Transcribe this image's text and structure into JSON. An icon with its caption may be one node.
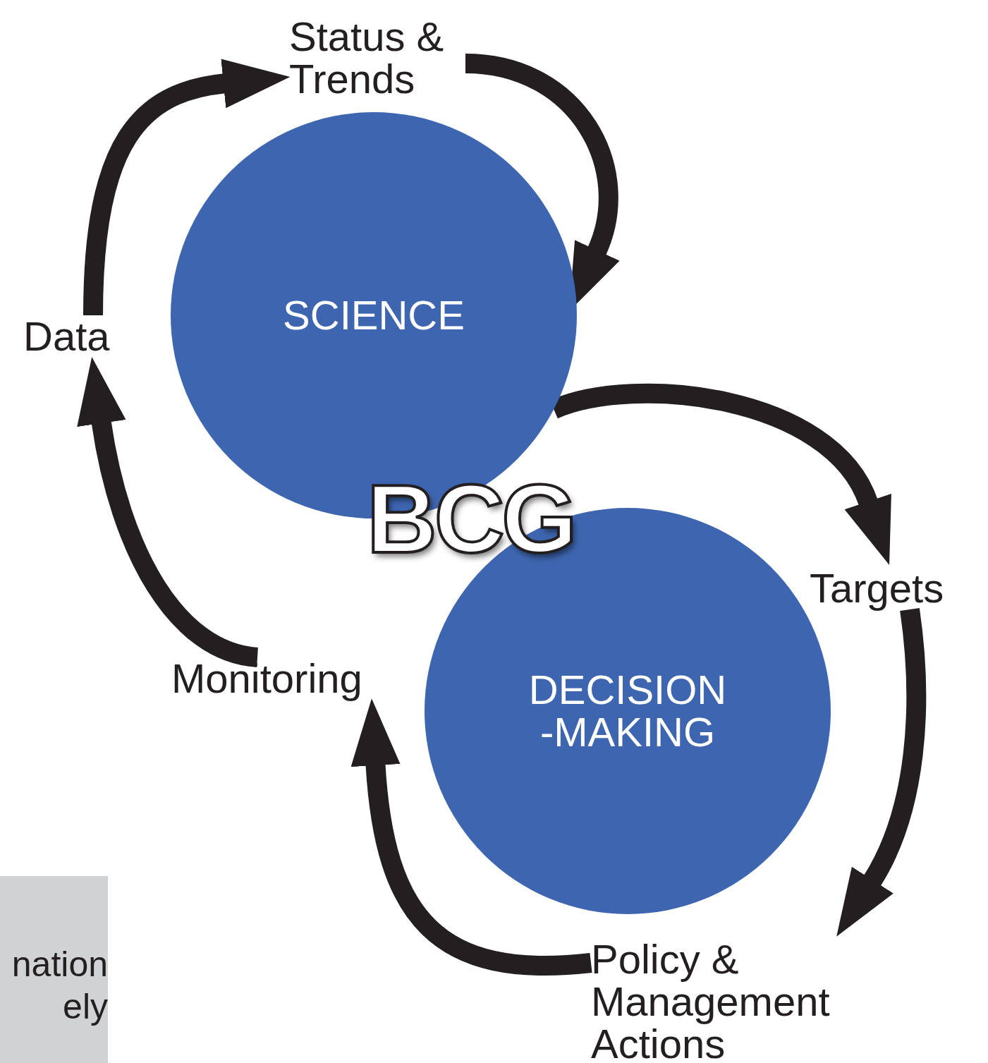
{
  "diagram": {
    "nodes": [
      {
        "text": [
          "SCIENCE"
        ]
      },
      {
        "text": [
          "DECISION -MAKING"
        ]
      },
      {
        "text": [
          "Status & Trends"
        ]
      },
      {
        "text": [
          "Data"
        ]
      },
      {
        "text": [
          "Monitoring"
        ]
      },
      {
        "text": [
          "Targets"
        ]
      },
      {
        "text": [
          "Policy & Management Actions"
        ]
      },
      {
        "text": [
          "nation ely"
        ]
      }
    ],
    "edges": [
      {
        "from": 3,
        "to": 2,
        "arrow": "to"
      },
      {
        "from": 2,
        "to": 0,
        "arrow": "to"
      },
      {
        "from": 0,
        "to": 5,
        "arrow": "to"
      },
      {
        "from": 5,
        "to": 6,
        "arrow": "to"
      },
      {
        "from": 6,
        "to": 4,
        "arrow": "to"
      },
      {
        "from": 4,
        "to": 3,
        "arrow": "to"
      }
    ],
    "labels": [
      "BCG"
    ]
  }
}
